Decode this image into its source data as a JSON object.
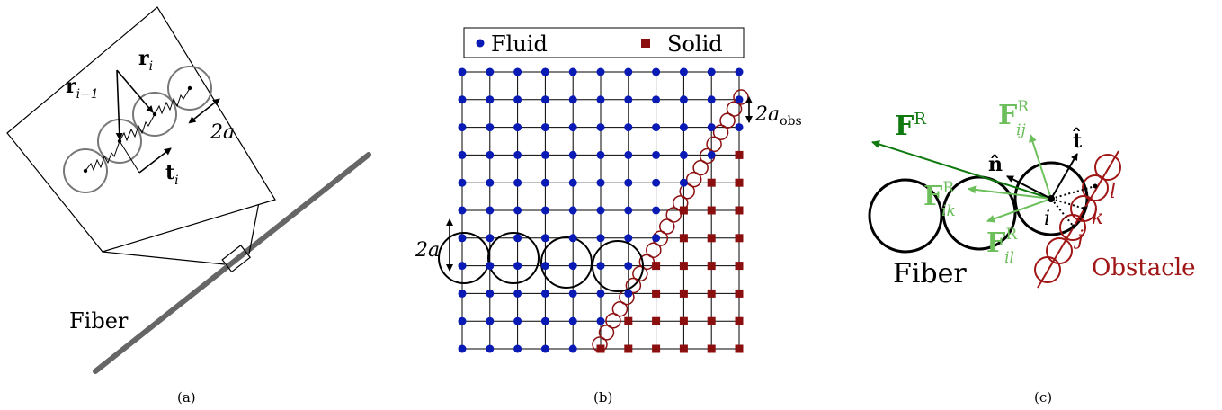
{
  "panel_a": {
    "caption": "(a)",
    "fiber_label": "Fiber",
    "label_r_prev": "r",
    "label_r_prev_sub": "i−1",
    "label_r": "r",
    "label_r_sub": "i",
    "label_t": "t",
    "label_t_sub": "i",
    "label_2a": "2a"
  },
  "panel_b": {
    "caption": "(b)",
    "legend_fluid": "Fluid",
    "legend_solid": "Solid",
    "label_2a": "2a",
    "label_2a_obs": "2a",
    "label_2a_obs_sub": "obs",
    "colors": {
      "fluid": "#0a1ab4",
      "solid": "#8b0f0f"
    }
  },
  "panel_c": {
    "caption": "(c)",
    "label_FR": "F",
    "label_FR_sup": "R",
    "label_Fij": "F",
    "label_Fij_sub": "ij",
    "label_Fik": "F",
    "label_Fik_sub": "ik",
    "label_Fil": "F",
    "label_Fil_sub": "il",
    "label_sup_R": "R",
    "label_n": "n̂",
    "label_t": "t̂",
    "label_i": "i",
    "label_j": "j",
    "label_k": "k",
    "label_l": "l",
    "fiber_label": "Fiber",
    "obstacle_label": "Obstacle",
    "colors": {
      "dark_green": "#107a10",
      "light_green": "#6cbf5a",
      "red": "#a01515"
    }
  }
}
